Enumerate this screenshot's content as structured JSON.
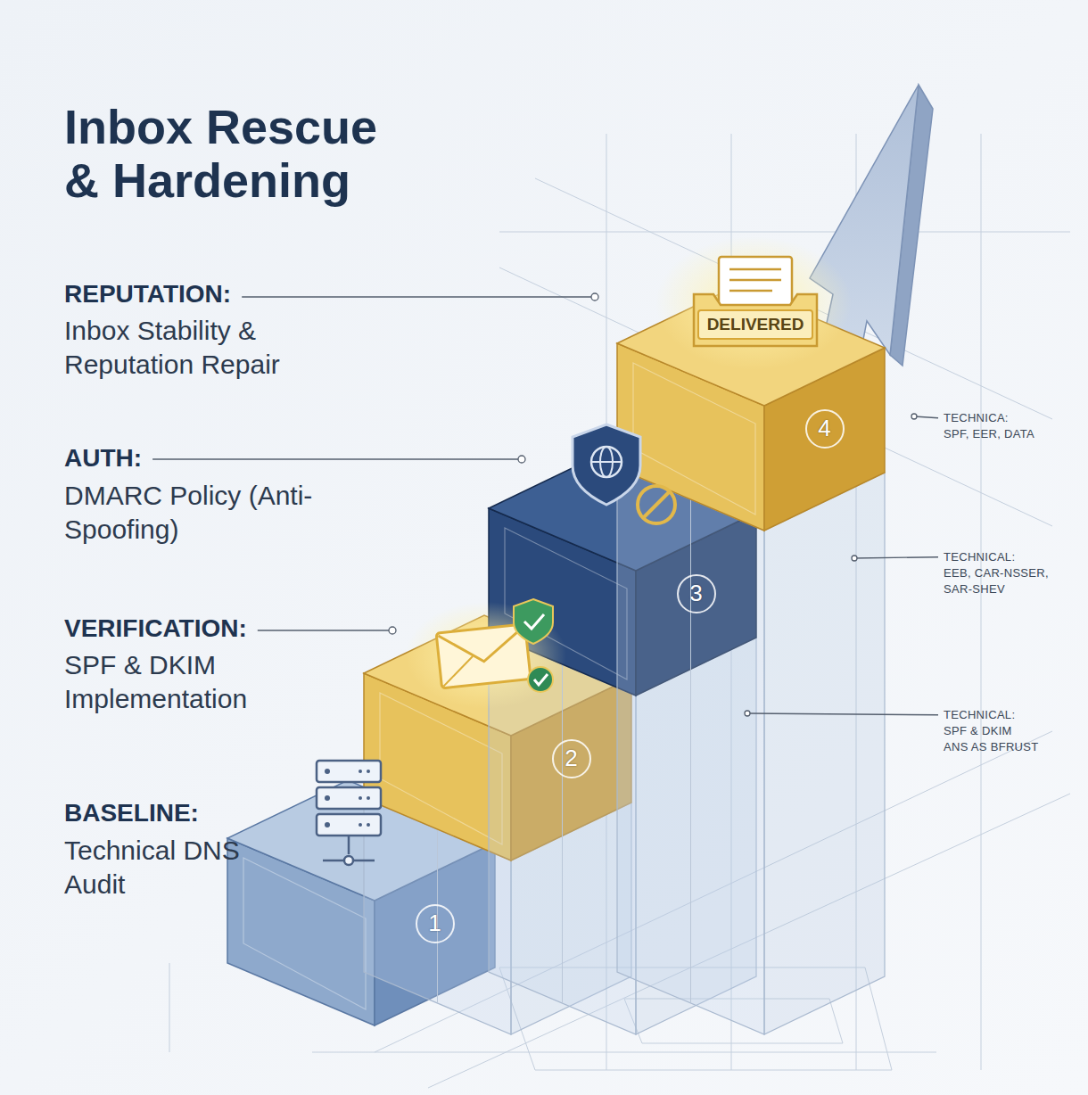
{
  "diagram": {
    "title": "Inbox Rescue & Hardening",
    "nodes": [
      {
        "text": [
          "1"
        ]
      },
      {
        "text": [
          "2"
        ]
      },
      {
        "text": [
          "3"
        ]
      },
      {
        "text": [
          "4"
        ]
      },
      {
        "text": [
          "DELIVERED"
        ],
        "in": 3
      }
    ],
    "labels": [
      "REPUTATION:",
      "Inbox Stability & Reputation Repair",
      "AUTH:",
      "DMARC Policy (Anti-Spoofing)",
      "VERIFICATION:",
      "SPF & DKIM Implementation",
      "BASELINE:",
      "Technical DNS Audit",
      "TECHNICA:",
      "SPF, EER, DATA",
      "TECHNICAL:",
      "EEB, CAR-NSSER,",
      "SAR-SHEV",
      "TECHNICAL:",
      "SPF & DKIM",
      "ANS AS BFRUST"
    ]
  }
}
